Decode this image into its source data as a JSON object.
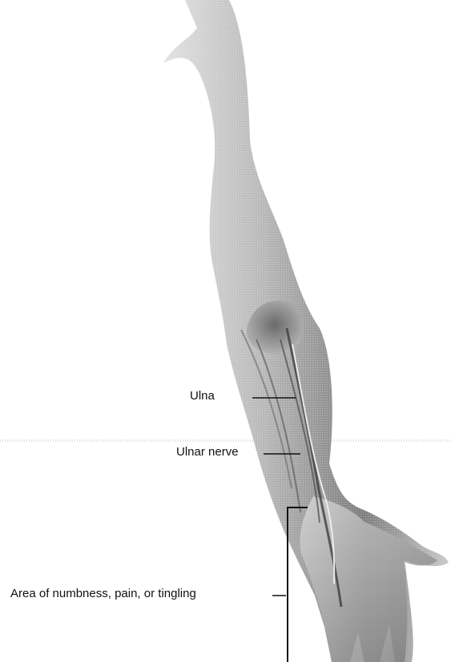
{
  "figure": {
    "labels": {
      "ulna": "Ulna",
      "ulnar_nerve": "Ulnar nerve",
      "affected_area": "Area of numbness, pain, or tingling"
    },
    "colors": {
      "arm_shadow": "#5f5f5f",
      "arm_mid": "#8f8f8f",
      "arm_light": "#dddddd",
      "line": "#111111"
    }
  }
}
